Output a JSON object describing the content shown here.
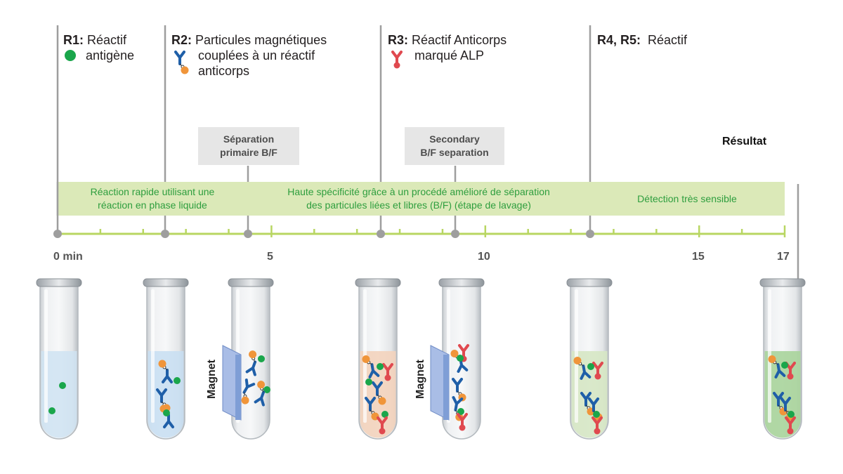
{
  "reagents": {
    "r1": {
      "code": "R1:",
      "lines": [
        "Réactif",
        "antigène"
      ]
    },
    "r2": {
      "code": "R2:",
      "lines": [
        "Particules magnétiques",
        "couplées à un réactif",
        "anticorps"
      ]
    },
    "r3": {
      "code": "R3:",
      "lines": [
        "Réactif Anticorps",
        "marqué ALP"
      ]
    },
    "r45": {
      "code": "R4, R5:",
      "lines": [
        "Réactif"
      ]
    }
  },
  "separations": {
    "primary": [
      "Séparation",
      "primaire B/F"
    ],
    "secondary": [
      "Secondary",
      "B/F separation"
    ]
  },
  "result_label": "Résultat",
  "phases": {
    "p1": [
      "Réaction rapide utilisant une",
      "réaction en phase liquide"
    ],
    "p2": [
      "Haute spécificité grâce à un procédé amélioré de séparation",
      "des particules liées et libres (B/F) (étape de lavage)"
    ],
    "p3": [
      "Détection très sensible"
    ]
  },
  "timeline": {
    "labels": [
      "0 min",
      "5",
      "10",
      "15",
      "17"
    ],
    "max_minutes": 17
  },
  "magnet_label": "Magnet",
  "colors": {
    "antigen": "#1aa64b",
    "particle": "#f0953a",
    "antibody": "#1f5fa8",
    "alp_antibody": "#e0494f",
    "timeline": "#b8d662",
    "band": "#dbe9b8",
    "band_text": "#2e9e3e",
    "marker": "#9e9e9e",
    "magnet": "#7f9ed6"
  }
}
